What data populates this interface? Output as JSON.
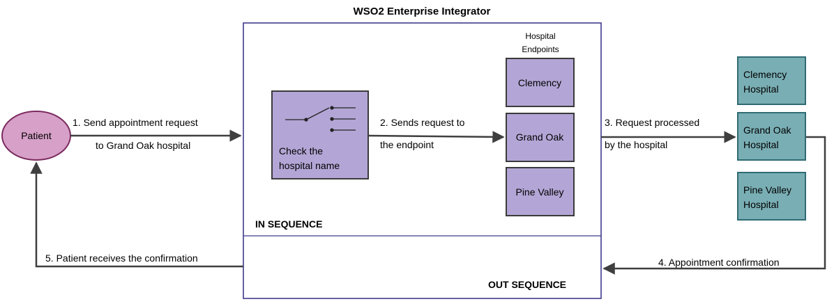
{
  "title": "WSO2 Enterprise Integrator",
  "patient": {
    "label": "Patient"
  },
  "mediator": {
    "line1": "Check the",
    "line2": "hospital name"
  },
  "endpoints_header": {
    "line1": "Hospital",
    "line2": "Endpoints"
  },
  "endpoints": [
    {
      "label": "Clemency"
    },
    {
      "label": "Grand Oak"
    },
    {
      "label": "Pine Valley"
    }
  ],
  "hospitals": [
    {
      "line1": "Clemency",
      "line2": "Hospital"
    },
    {
      "line1": "Grand Oak",
      "line2": "Hospital"
    },
    {
      "line1": "Pine Valley",
      "line2": "Hospital"
    }
  ],
  "sequences": {
    "in": "IN SEQUENCE",
    "out": "OUT SEQUENCE"
  },
  "steps": {
    "step1": {
      "line1": "1. Send appointment request",
      "line2": "to Grand Oak hospital"
    },
    "step2": {
      "line1": "2. Sends request to",
      "line2": "the endpoint"
    },
    "step3": {
      "line1": "3. Request processed",
      "line2": "by the hospital"
    },
    "step4": {
      "line1": "4. Appointment confirmation"
    },
    "step5": {
      "line1": "5. Patient receives the confirmation"
    }
  },
  "colors": {
    "patient_fill": "#d7a0c8",
    "patient_stroke": "#7a2b5e",
    "purple_fill": "#b3a6d6",
    "purple_stroke": "#3a3a3a",
    "teal_fill": "#79aeb4",
    "teal_stroke": "#2f6b73",
    "line": "#3f3f3f",
    "box_stroke": "#3f3a8c"
  }
}
